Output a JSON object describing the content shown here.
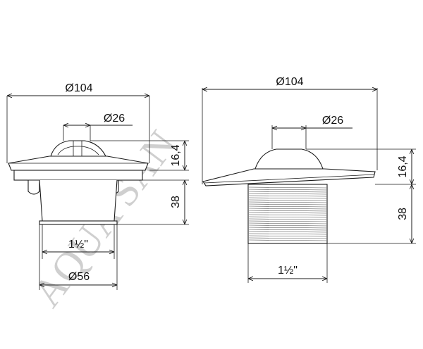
{
  "watermark": "AQUA SAN",
  "left_view": {
    "dim_outer_diameter": "Ø104",
    "dim_top_diameter": "Ø26",
    "dim_top_height": "16,4",
    "dim_body_height": "38",
    "dim_thread": "1½\"",
    "dim_base_diameter": "Ø56"
  },
  "right_view": {
    "dim_outer_diameter": "Ø104",
    "dim_top_diameter": "Ø26",
    "dim_top_height": "16,4",
    "dim_body_height": "38",
    "dim_thread": "1½\""
  }
}
